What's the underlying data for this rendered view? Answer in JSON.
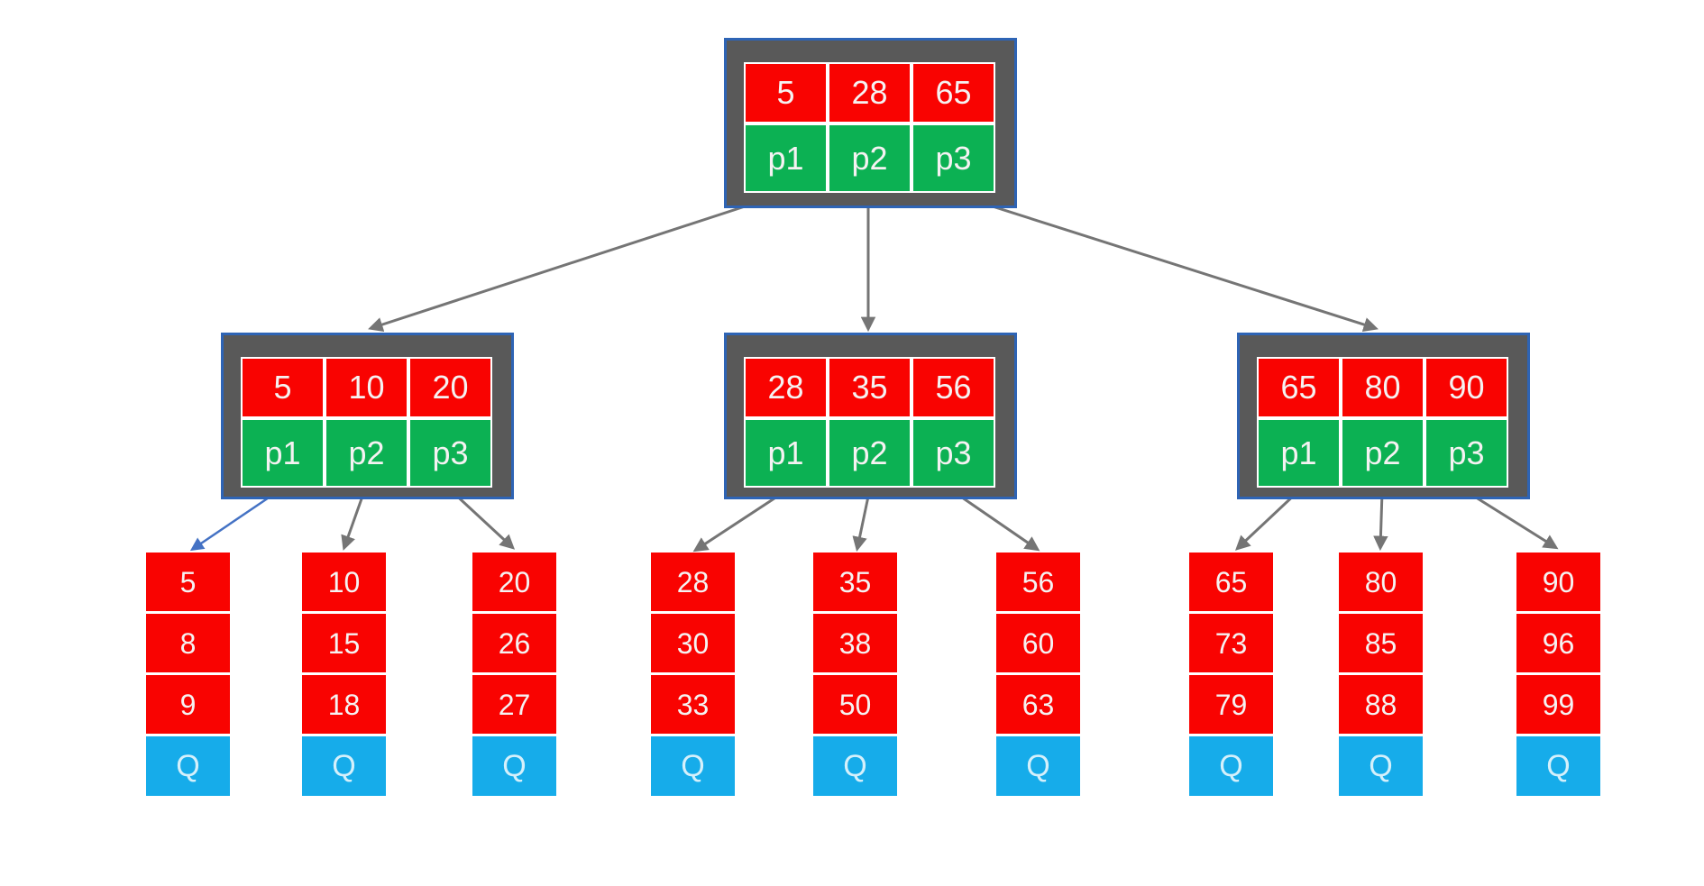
{
  "colors": {
    "background": "#FFFFFF",
    "key_cell": "#F90301",
    "pointer_cell": "#0CB153",
    "queue_cell": "#16ACEA",
    "node_fill": "#595959",
    "node_border": "#2E64B5",
    "cell_border": "#FFFFFF",
    "cell_text": "#F5F2F2",
    "queue_text": "#D5F0FB",
    "arrow_gray": "#757575",
    "arrow_blue": "#4472C4"
  },
  "root": {
    "keys": [
      "5",
      "28",
      "65"
    ],
    "pointers": [
      "p1",
      "p2",
      "p3"
    ]
  },
  "internals": [
    {
      "keys": [
        "5",
        "10",
        "20"
      ],
      "pointers": [
        "p1",
        "p2",
        "p3"
      ]
    },
    {
      "keys": [
        "28",
        "35",
        "56"
      ],
      "pointers": [
        "p1",
        "p2",
        "p3"
      ]
    },
    {
      "keys": [
        "65",
        "80",
        "90"
      ],
      "pointers": [
        "p1",
        "p2",
        "p3"
      ]
    }
  ],
  "leaves": [
    {
      "values": [
        "5",
        "8",
        "9"
      ],
      "queue": "Q"
    },
    {
      "values": [
        "10",
        "15",
        "18"
      ],
      "queue": "Q"
    },
    {
      "values": [
        "20",
        "26",
        "27"
      ],
      "queue": "Q"
    },
    {
      "values": [
        "28",
        "30",
        "33"
      ],
      "queue": "Q"
    },
    {
      "values": [
        "35",
        "38",
        "50"
      ],
      "queue": "Q"
    },
    {
      "values": [
        "56",
        "60",
        "63"
      ],
      "queue": "Q"
    },
    {
      "values": [
        "65",
        "73",
        "79"
      ],
      "queue": "Q"
    },
    {
      "values": [
        "80",
        "85",
        "88"
      ],
      "queue": "Q"
    },
    {
      "values": [
        "90",
        "96",
        "99"
      ],
      "queue": "Q"
    }
  ],
  "edges": [
    {
      "from": "root.p1",
      "to": "internal-1",
      "highlighted": false
    },
    {
      "from": "root.p2",
      "to": "internal-2",
      "highlighted": false
    },
    {
      "from": "root.p3",
      "to": "internal-3",
      "highlighted": false
    },
    {
      "from": "internal-1.p1",
      "to": "leaf-1",
      "highlighted": true
    },
    {
      "from": "internal-1.p2",
      "to": "leaf-2",
      "highlighted": false
    },
    {
      "from": "internal-1.p3",
      "to": "leaf-3",
      "highlighted": false
    },
    {
      "from": "internal-2.p1",
      "to": "leaf-4",
      "highlighted": false
    },
    {
      "from": "internal-2.p2",
      "to": "leaf-5",
      "highlighted": false
    },
    {
      "from": "internal-2.p3",
      "to": "leaf-6",
      "highlighted": false
    },
    {
      "from": "internal-3.p1",
      "to": "leaf-7",
      "highlighted": false
    },
    {
      "from": "internal-3.p2",
      "to": "leaf-8",
      "highlighted": false
    },
    {
      "from": "internal-3.p3",
      "to": "leaf-9",
      "highlighted": false
    }
  ]
}
